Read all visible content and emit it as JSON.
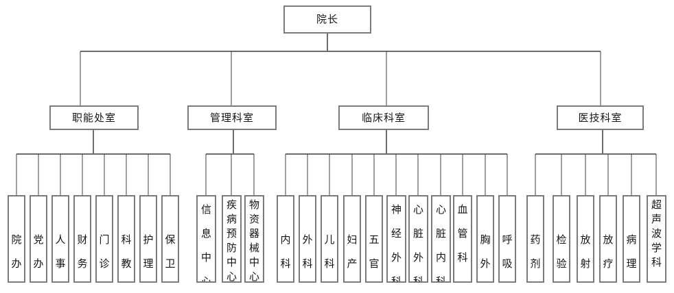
{
  "colors": {
    "background": "#ffffff",
    "box_border": "#7a7a7a",
    "text": "#141414",
    "connector": "#3d3d3d",
    "bus": "#6b6b6b"
  },
  "root": {
    "label": "院长"
  },
  "groups": [
    {
      "label": "职能处室",
      "children": [
        "院办",
        "党办",
        "人事",
        "财务",
        "门诊",
        "科教",
        "护理",
        "保卫"
      ]
    },
    {
      "label": "管理科室",
      "children": [
        "信息中心",
        "疾病预防中心",
        "物资器械中心"
      ]
    },
    {
      "label": "临床科室",
      "children": [
        "内科",
        "外科",
        "儿科",
        "妇产",
        "五官",
        "神经外科",
        "心脏外科",
        "心脏内科",
        "血管科",
        "胸外",
        "呼吸"
      ]
    },
    {
      "label": "医技科室",
      "children": [
        "药剂",
        "检验",
        "放射",
        "放疗",
        "病理",
        "超声波学科"
      ]
    }
  ]
}
